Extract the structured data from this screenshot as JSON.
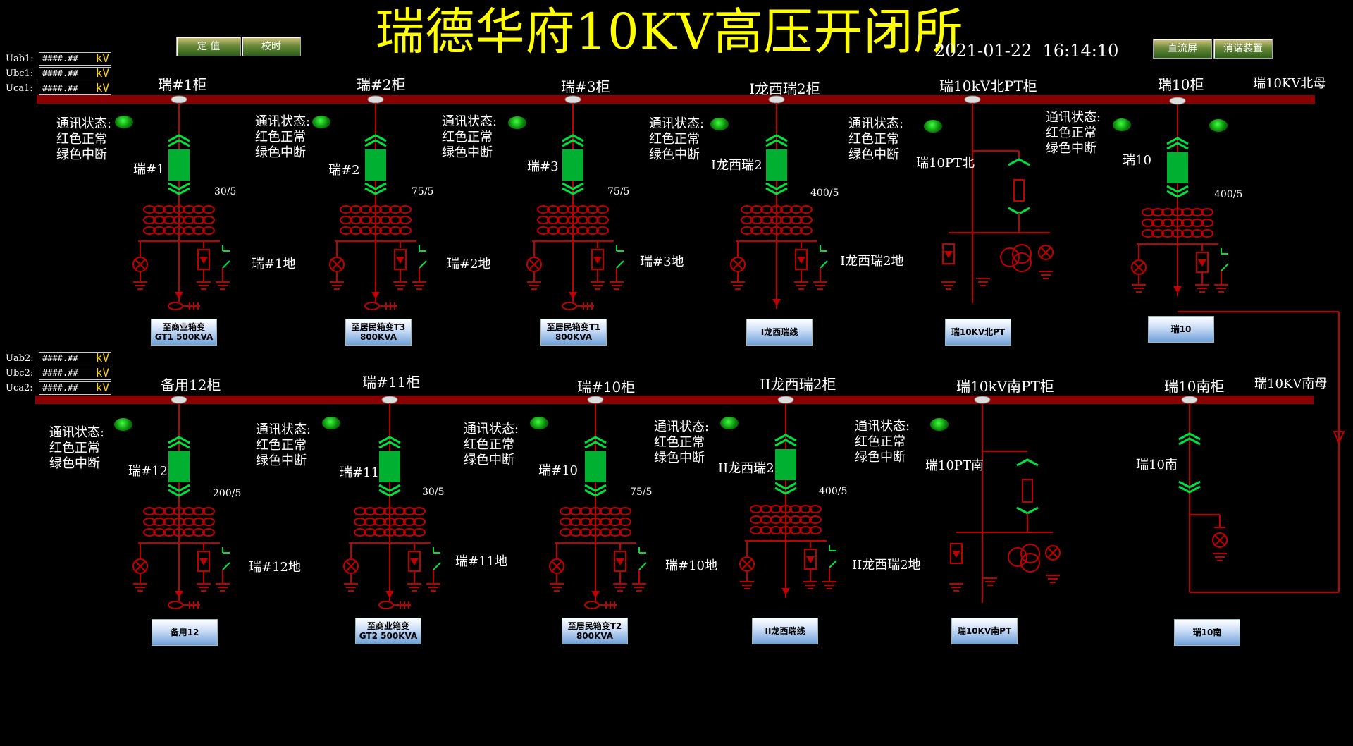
{
  "title": "瑞德华府10KV高压开闭所",
  "datetime": "2021-01-22  16:14:10",
  "header_buttons": {
    "setpoint": "定 值",
    "timesync": "校时",
    "dc_screen": "直流屏",
    "arc_device": "消谐装置"
  },
  "voltages": [
    {
      "label": "Uab1:",
      "value": "####.##",
      "unit": "kV"
    },
    {
      "label": "Ubc1:",
      "value": "####.##",
      "unit": "kV"
    },
    {
      "label": "Uca1:",
      "value": "####.##",
      "unit": "kV"
    },
    {
      "label": "Uab2:",
      "value": "####.##",
      "unit": "kV"
    },
    {
      "label": "Ubc2:",
      "value": "####.##",
      "unit": "kV"
    },
    {
      "label": "Uca2:",
      "value": "####.##",
      "unit": "kV"
    }
  ],
  "comm_status": [
    "通讯状态:",
    "红色正常",
    "绿色中断"
  ],
  "bus": {
    "north": "瑞10KV北母",
    "south": "瑞10KV南母"
  },
  "top_row": [
    {
      "cabinet": "瑞#1柜",
      "breaker": "瑞#1",
      "ratio": "30/5",
      "ground": "瑞#1地",
      "dest": [
        "至商业箱变",
        "GT1 500KVA"
      ]
    },
    {
      "cabinet": "瑞#2柜",
      "breaker": "瑞#2",
      "ratio": "75/5",
      "ground": "瑞#2地",
      "dest": [
        "至居民箱变T3",
        "800KVA"
      ]
    },
    {
      "cabinet": "瑞#3柜",
      "breaker": "瑞#3",
      "ratio": "75/5",
      "ground": "瑞#3地",
      "dest": [
        "至居民箱变T1",
        "800KVA"
      ]
    },
    {
      "cabinet": "I龙西瑞2柜",
      "breaker": "I龙西瑞2",
      "ratio": "400/5",
      "ground": "I龙西瑞2地",
      "dest": [
        "I龙西瑞线"
      ]
    },
    {
      "cabinet": "瑞10kV北PT柜",
      "breaker": "瑞10PT北",
      "dest": [
        "瑞10KV北PT"
      ]
    },
    {
      "cabinet": "瑞10柜",
      "breaker": "瑞10",
      "ratio": "400/5",
      "dest": [
        "瑞10"
      ]
    }
  ],
  "bottom_row": [
    {
      "cabinet": "备用12柜",
      "breaker": "瑞#12",
      "ratio": "200/5",
      "ground": "瑞#12地",
      "dest": [
        "备用12"
      ]
    },
    {
      "cabinet": "瑞#11柜",
      "breaker": "瑞#11",
      "ratio": "30/5",
      "ground": "瑞#11地",
      "dest": [
        "至商业箱变",
        "GT2 500KVA"
      ]
    },
    {
      "cabinet": "瑞#10柜",
      "breaker": "瑞#10",
      "ratio": "75/5",
      "ground": "瑞#10地",
      "dest": [
        "至居民箱变T2",
        "800KVA"
      ]
    },
    {
      "cabinet": "II龙西瑞2柜",
      "breaker": "II龙西瑞2",
      "ratio": "400/5",
      "ground": "II龙西瑞2地",
      "dest": [
        "II龙西瑞线"
      ]
    },
    {
      "cabinet": "瑞10kV南PT柜",
      "breaker": "瑞10PT南",
      "dest": [
        "瑞10KV南PT"
      ]
    },
    {
      "cabinet": "瑞10南柜",
      "breaker": "瑞10南",
      "dest": [
        "瑞10南"
      ]
    }
  ],
  "colors": {
    "bus": "#8b0000",
    "line": "#c00000",
    "breaker": "#00b030",
    "switch": "#00e040",
    "title": "#ffff00"
  }
}
